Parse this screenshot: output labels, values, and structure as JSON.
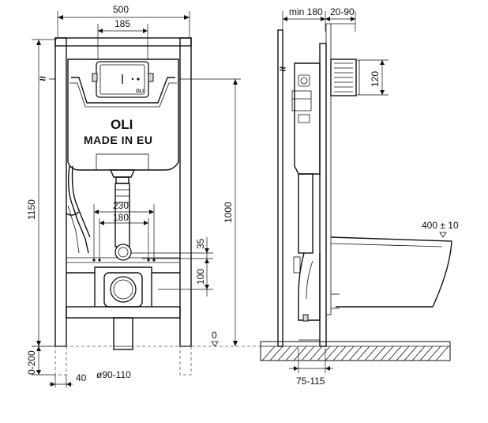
{
  "front_view": {
    "width_label": "500",
    "flush_plate_label": "185",
    "height_label": "1150",
    "mount_label": "1000",
    "span1_label": "230",
    "span2_label": "180",
    "offset1_label": "35",
    "offset2_label": "100",
    "floor_label": "0",
    "adjust_label": "0-200",
    "foot_label": "40",
    "pipe_label": "ø90-110",
    "brand_label": "OLI",
    "made_in_label": "MADE IN EU",
    "plate_brand_label": "OLI"
  },
  "side_view": {
    "depth_label": "min 180",
    "wall_label": "20-90",
    "inlet_label": "120",
    "bowl_label": "400 ± 10",
    "bottom_label": "75-115"
  }
}
